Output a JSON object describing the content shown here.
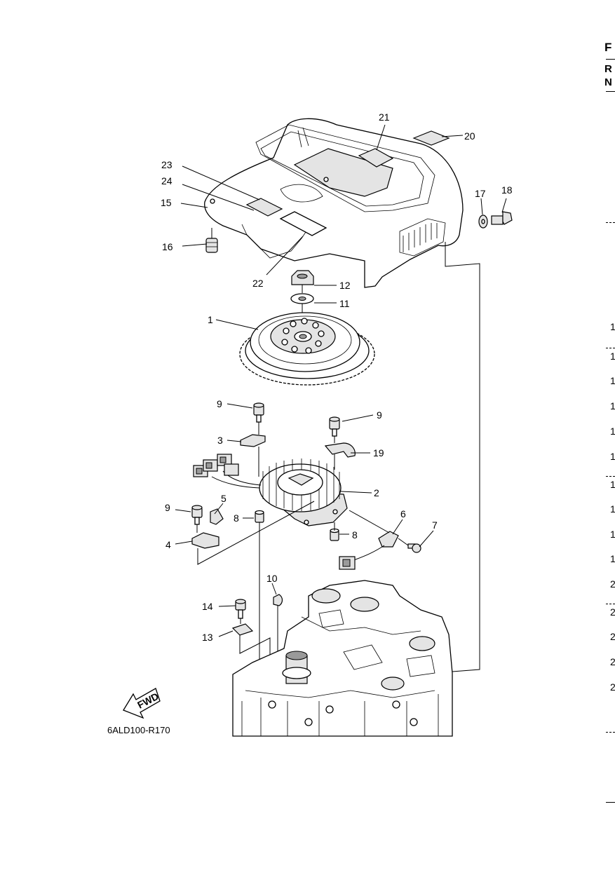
{
  "figure_code": "6ALD100-R170",
  "fwd_label": "FWD",
  "right_edge": {
    "header": [
      "F",
      "R",
      "N"
    ],
    "numbers": [
      "1",
      "1",
      "1",
      "1",
      "1",
      "1",
      "1",
      "1",
      "1",
      "1",
      "2",
      "2",
      "2",
      "2",
      "2"
    ]
  },
  "labels": [
    {
      "id": "label-1",
      "text": "1"
    },
    {
      "id": "label-2",
      "text": "2"
    },
    {
      "id": "label-3",
      "text": "3"
    },
    {
      "id": "label-4",
      "text": "4"
    },
    {
      "id": "label-5",
      "text": "5"
    },
    {
      "id": "label-6",
      "text": "6"
    },
    {
      "id": "label-7",
      "text": "7"
    },
    {
      "id": "label-8a",
      "text": "8"
    },
    {
      "id": "label-8b",
      "text": "8"
    },
    {
      "id": "label-9a",
      "text": "9"
    },
    {
      "id": "label-9b",
      "text": "9"
    },
    {
      "id": "label-9c",
      "text": "9"
    },
    {
      "id": "label-10",
      "text": "10"
    },
    {
      "id": "label-11",
      "text": "11"
    },
    {
      "id": "label-12",
      "text": "12"
    },
    {
      "id": "label-13",
      "text": "13"
    },
    {
      "id": "label-14",
      "text": "14"
    },
    {
      "id": "label-15",
      "text": "15"
    },
    {
      "id": "label-16",
      "text": "16"
    },
    {
      "id": "label-17",
      "text": "17"
    },
    {
      "id": "label-18",
      "text": "18"
    },
    {
      "id": "label-19",
      "text": "19"
    },
    {
      "id": "label-20",
      "text": "20"
    },
    {
      "id": "label-21",
      "text": "21"
    },
    {
      "id": "label-22",
      "text": "22"
    },
    {
      "id": "label-23",
      "text": "23"
    },
    {
      "id": "label-24",
      "text": "24"
    }
  ]
}
